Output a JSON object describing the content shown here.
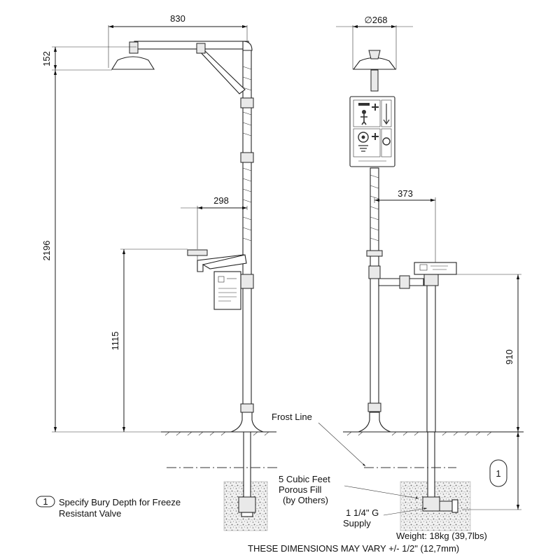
{
  "dimensions": {
    "shower_width": "830",
    "head_height": "152",
    "total_height": "2196",
    "eyewash_reach": "298",
    "eyewash_height": "1115",
    "head_diameter": "∅268",
    "side_reach": "373",
    "bowl_height": "910"
  },
  "labels": {
    "frost_line": "Frost Line",
    "fill_line1": "5 Cubic Feet",
    "fill_line2": "Porous Fill",
    "fill_line3": "(by Others)",
    "supply_line1": "1 1/4\" G",
    "supply_line2": "Supply",
    "callout_marker": "1",
    "note_marker": "1",
    "note_line1": "Specify Bury Depth for Freeze",
    "note_line2": "Resistant Valve",
    "weight": "Weight: 18kg (39,7lbs)",
    "tolerance": "THESE DIMENSIONS MAY VARY +/- 1/2\" (12,7mm)"
  }
}
